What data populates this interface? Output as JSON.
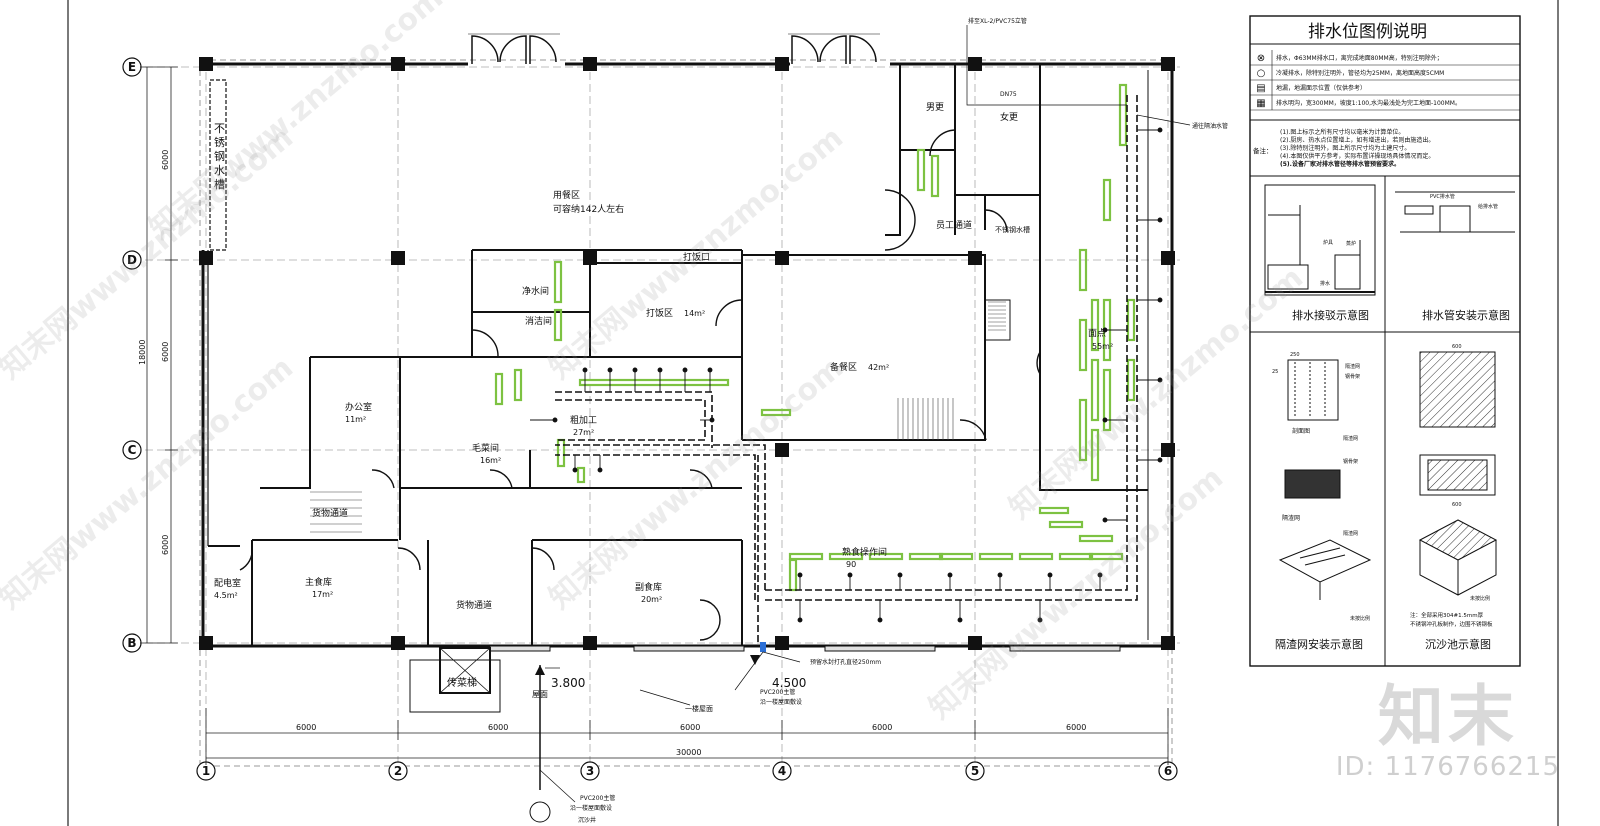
{
  "axes": {
    "rows": [
      "E",
      "D",
      "C",
      "B"
    ],
    "cols": [
      "1",
      "2",
      "3",
      "4",
      "5",
      "6"
    ],
    "col_dims": [
      "6000",
      "6000",
      "6000",
      "6000",
      "6000"
    ],
    "total_width": "30000",
    "row_dims": [
      "6000",
      "6000",
      "6000"
    ],
    "total_height": "18000"
  },
  "rooms": {
    "dining": "用餐区",
    "dining_cap": "可容纳142人左右",
    "sink_area": "不锈钢水槽",
    "male_rest": "男更",
    "female_rest": "女更",
    "staff_pass": "员工通道",
    "window": "打饭口",
    "clean_water": "净水间",
    "disinfect": "消洁间",
    "serve": "打饭区",
    "serve_area": "14m²",
    "prep": "备餐区",
    "prep_area": "42m²",
    "pastry": "面点",
    "pastry_area": "55m²",
    "office": "办公室",
    "office_area": "11m²",
    "rough": "粗加工",
    "rough_area": "27m²",
    "veg": "毛菜间",
    "veg_area": "16m²",
    "goods_pass": "货物通道",
    "cook": "熟食操作间",
    "cook_area": "90",
    "elec": "配电室",
    "elec_area": "4.5m²",
    "main_store": "主食库",
    "main_store_area": "17m²",
    "goods_pass2": "货物通道",
    "sub_store": "副食库",
    "sub_store_area": "20m²",
    "dumbwaiter": "传菜梯"
  },
  "annotations": {
    "riser_top": "排至XL-2/PVC75立管",
    "dn75": "DN75",
    "oil_trap": "通往隔油水管",
    "hole": "预留水封打孔直径250mm",
    "pvc_main": "PVC200主管",
    "pvc_main_sub": "沿一楼屋面敷设",
    "elev_a": "3.800",
    "elev_b": "4.500",
    "roof": "屋面",
    "roof2": "一楼屋面",
    "pvc_bottom": "PVC200主管",
    "pvc_bottom_sub": "沿一楼屋面敷设",
    "to_pit": "沉沙井",
    "small_room": "不锈钢水槽"
  },
  "legend": {
    "title": "排水位图例说明",
    "rows": [
      {
        "sym": "⊗",
        "text": "排水，Φ63MM排水口，离完成地面80MM高，特别注明除外；"
      },
      {
        "sym": "○",
        "text": "冷凝排水，除特别注明外，管径均为25MM，离地面高度5CMM"
      },
      {
        "sym": "▤",
        "text": "地漏，地漏面示位置（仅供参考）"
      },
      {
        "sym": "▦",
        "text": "排水明沟，宽300MM，坡度1:100,水沟最浅处为完工地面-100MM。"
      }
    ],
    "notes_label": "备注：",
    "notes": [
      "(1).图上标示之所有尺寸均以毫米为计算单位。",
      "(2).厨房、热水点位置增上，如有增进出，若则由施造出。",
      "(3).除特别注明外，图上所示尺寸均为土建尺寸。",
      "(4).本图仅供平方参考，实际布置详操现场具体情况而定。",
      "(5).设备厂家对排水管径等排水管预留要求。"
    ],
    "detail1": "排水接驳示意图",
    "detail2": "排水管安装示意图",
    "detail3": "隔渣网安装示意图",
    "detail4": "沉沙池示意图",
    "d1_a": "PVC排水管",
    "d1_b": "给排水管",
    "d1_c": "炉具",
    "d1_d": "蒸炉",
    "d1_e": "排水",
    "d3_a": "隔渣网",
    "d3_b": "钢骨架",
    "d3_c": "隔渣网",
    "d3_d": "钢骨架",
    "d3_e": "隔渣网",
    "d3_f": "剖面图",
    "d3_g": "隔渣网",
    "d3_h": "未按比例",
    "d3_dim": "250",
    "d3_dim2": "25",
    "d4_note": "注：全部采用304#1.5mm厚不锈钢冲孔板制作，边围不锈钢板",
    "d4_scale": "未按比例",
    "d4_dim": "600"
  },
  "brand": {
    "logo": "知末",
    "id": "ID: 1176766215"
  },
  "watermarks": [
    "知末网www.znzmo.com",
    "知末网www.znzmo.com",
    "知末网www.znzmo.com",
    "知末网www.znzmo.com",
    "知末网www.znzmo.com",
    "知末网www.znzmo.com",
    "知末网www.znzmo.com"
  ]
}
